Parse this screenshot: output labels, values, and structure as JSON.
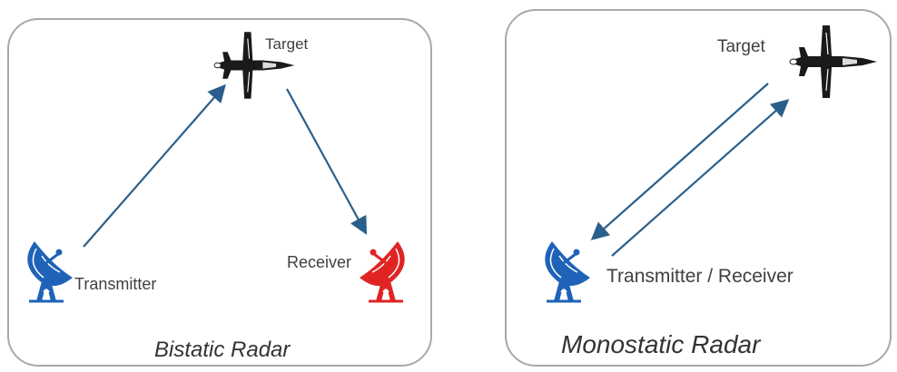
{
  "bistatic": {
    "title": "Bistatic Radar",
    "target_label": "Target",
    "transmitter_label": "Transmitter",
    "receiver_label": "Receiver"
  },
  "monostatic": {
    "title": "Monostatic Radar",
    "target_label": "Target",
    "transceiver_label": "Transmitter / Receiver"
  },
  "colors": {
    "arrow": "#2a5f8c",
    "transmitter": "#1f63b8",
    "receiver": "#e02424",
    "aircraft": "#1a1a1a",
    "border": "#a9a9a9"
  },
  "icons": {
    "aircraft": "fighter-jet-icon",
    "transmitter": "radar-dish-icon",
    "receiver": "radar-dish-icon"
  }
}
